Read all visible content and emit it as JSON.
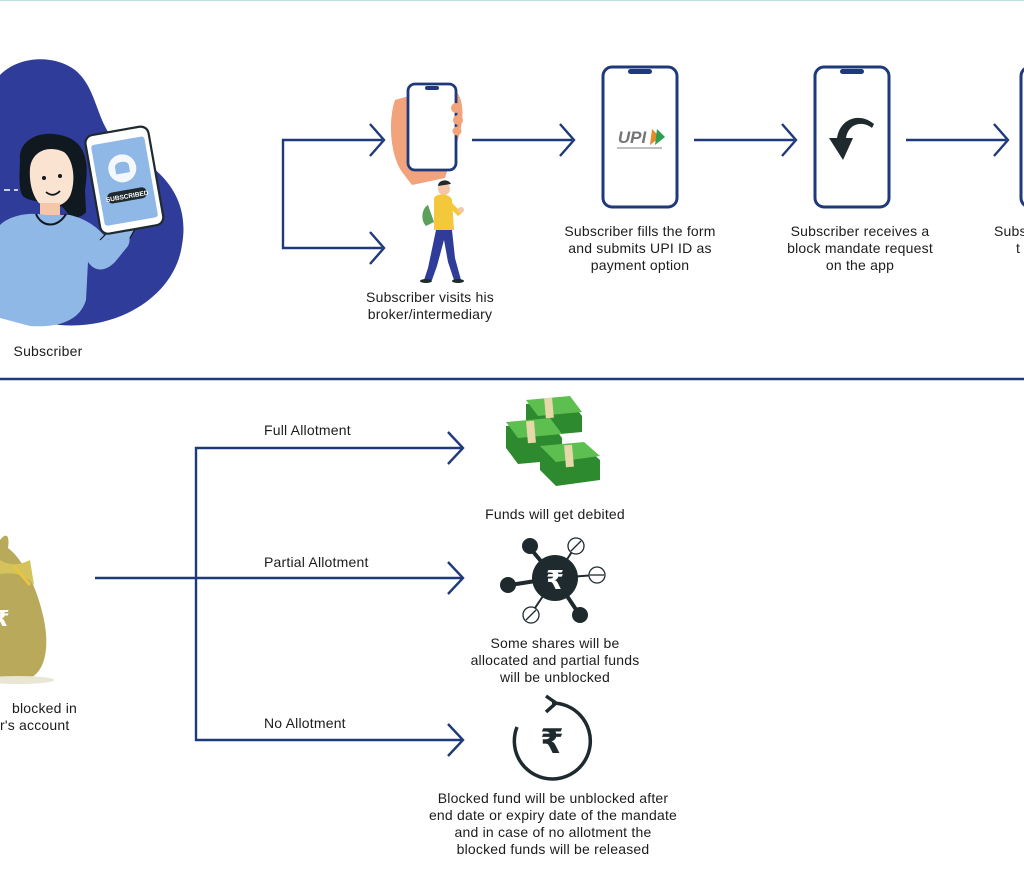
{
  "colors": {
    "navy": "#1f3a7a",
    "blob": "#2f3c99",
    "shirt": "#8fb8e6",
    "skin": "#f6c6a8",
    "money": "#3aa03a",
    "bag": "#b9a95a",
    "dark": "#1e2a2e"
  },
  "top": {
    "subscriber_label": "Subscriber",
    "phone_badge": "SUBSCRIBED",
    "visit_label_1": "Subscriber visits his",
    "visit_label_2": "broker/intermediary",
    "upi_logo": "UPI",
    "form_label_1": "Subscriber fills the form",
    "form_label_2": "and submits UPI ID as",
    "form_label_3": "payment option",
    "mandate_label_1": "Subscriber receives a",
    "mandate_label_2": "block mandate request",
    "mandate_label_3": "on the app",
    "cut_label_1": "Subs",
    "cut_label_2": "t"
  },
  "bottom": {
    "bag_symbol": "₹",
    "blocked_label_1": "blocked in",
    "blocked_label_2": "r's account",
    "branches": [
      {
        "label": "Full Allotment",
        "icon": "money-stacks-icon",
        "result": [
          "Funds will get debited"
        ]
      },
      {
        "label": "Partial Allotment",
        "icon": "rupee-network-icon",
        "result": [
          "Some shares will be",
          "allocated and partial funds",
          "will be unblocked"
        ]
      },
      {
        "label": "No Allotment",
        "icon": "rupee-refresh-icon",
        "result": [
          "Blocked fund will be unblocked after",
          "end date or expiry date of the mandate",
          "and in case of no allotment the",
          "blocked funds will be released"
        ]
      }
    ],
    "rupee_symbol": "₹"
  }
}
